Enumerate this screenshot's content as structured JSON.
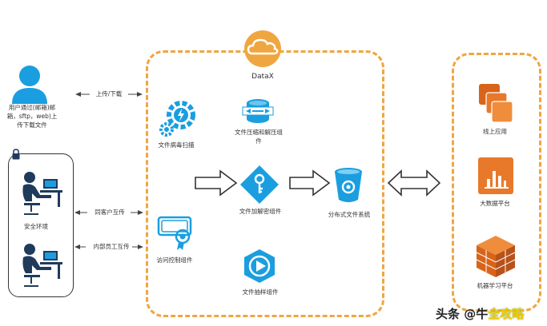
{
  "datax_label": "DataX",
  "user": {
    "label_lines": [
      "用户通过(邮箱)邮",
      "箱，sftp，web)上",
      "传下载文件"
    ],
    "arrow_label": "上传/下载"
  },
  "safe_env": {
    "label": "安全环境",
    "arrow_customer": "同客户互传",
    "arrow_internal": "内部员工互传"
  },
  "components": {
    "virus_scan": "文件病毒扫描",
    "compress_lines": [
      "文件压缩和解压组",
      "件"
    ],
    "encrypt": "文件加解密组件",
    "access_control": "访问控制组件",
    "sampling": "文件抽样组件",
    "distributed_fs": "分布式文件系统"
  },
  "targets": {
    "online_app": "线上应用",
    "big_data": "大数据平台",
    "ml_platform": "机器学习平台"
  },
  "watermark": {
    "prefix": "头条 @牛",
    "highlight": "全攻略"
  },
  "colors": {
    "orange": "#f0a640",
    "blue": "#1a9ee0",
    "aws_orange": "#e8782a",
    "navy": "#1f3b5c"
  }
}
